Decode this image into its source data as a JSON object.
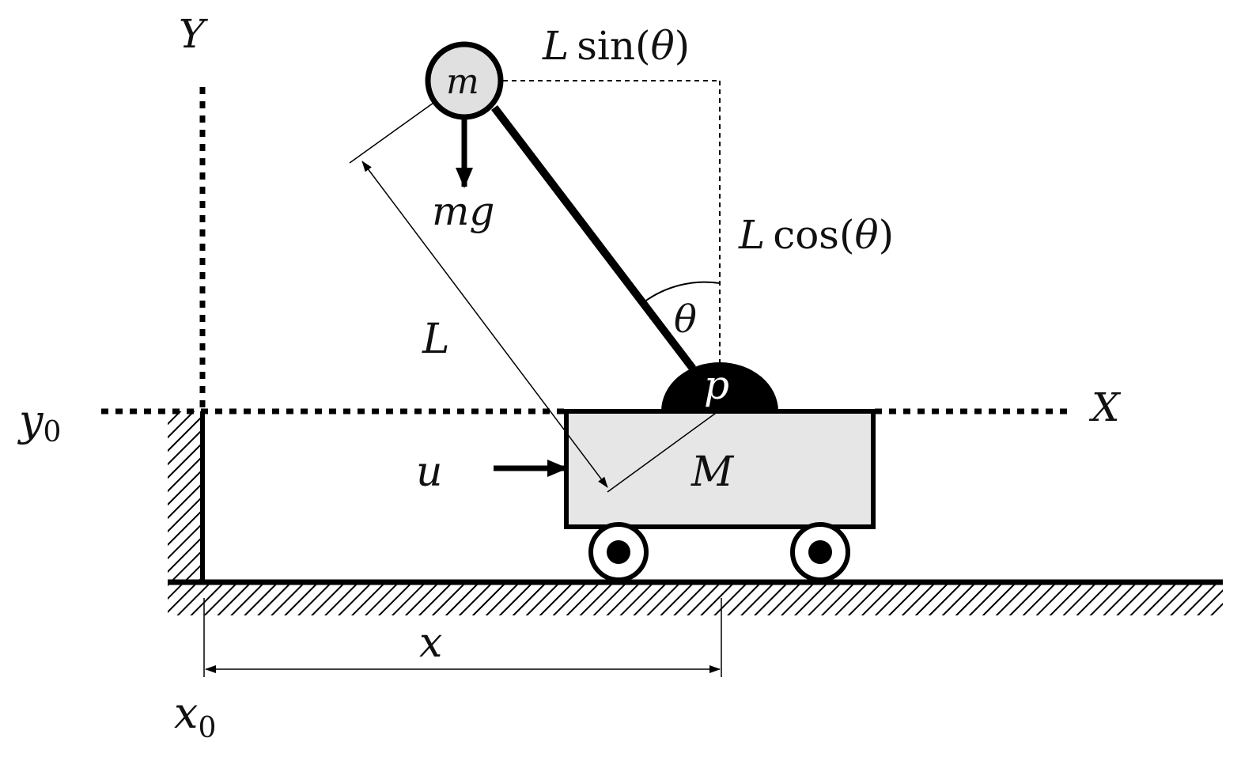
{
  "diagram": {
    "labels": {
      "y_axis": "Y",
      "x_axis": "X",
      "y_origin": "y",
      "y_origin_sub": "0",
      "x_origin": "x",
      "x_origin_sub": "0",
      "mass_pendulum": "m",
      "gravity_force": "mg",
      "length_sin_L": "L",
      "length_sin_fn": "sin(",
      "length_sin_theta": "θ",
      "length_sin_close": ")",
      "length_cos_L": "L",
      "length_cos_fn": "cos(",
      "length_cos_theta": "θ",
      "length_cos_close": ")",
      "angle": "θ",
      "pendulum_length": "L",
      "pivot": "p",
      "cart_mass": "M",
      "control_input": "u",
      "cart_displacement": "x"
    },
    "colors": {
      "stroke": "#000000",
      "cart_fill": "#e6e6e6",
      "bob_fill": "#e0e0e0",
      "pivot_fill": "#000000",
      "pivot_text": "#ffffff"
    }
  }
}
